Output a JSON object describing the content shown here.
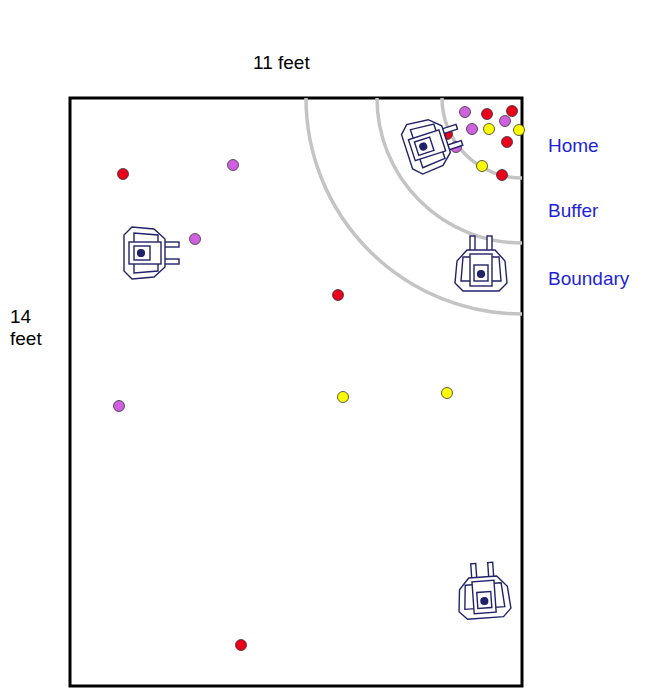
{
  "diagram": {
    "labels": [
      "11 feet",
      "14 feet",
      "Home",
      "Buffer",
      "Boundary"
    ]
  }
}
